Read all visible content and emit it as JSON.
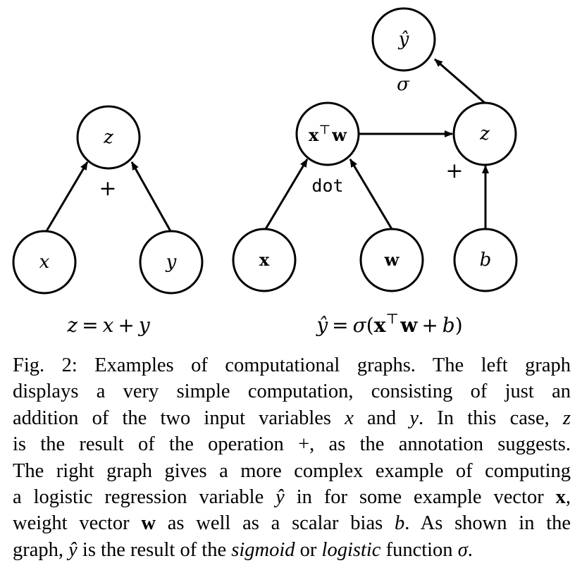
{
  "left_graph": {
    "nodes": {
      "z": "z",
      "x": "x",
      "y": "y"
    },
    "op_annotation": "+",
    "equation": {
      "lhs": "z",
      "eq": "=",
      "a": "x",
      "plus": "+",
      "b": "y"
    }
  },
  "right_graph": {
    "nodes": {
      "xw_x": "x",
      "xw_top": "⊤",
      "xw_w": "w",
      "z": "z",
      "yhat": "ŷ",
      "x": "x",
      "w": "w",
      "b": "b"
    },
    "op_annotations": {
      "dot": "dot",
      "plus": "+",
      "sigma": "σ"
    },
    "equation": {
      "lhs": "ŷ",
      "eq": "=",
      "sigma": "σ",
      "open": "(",
      "x": "x",
      "top": "⊤",
      "w": "w",
      "plus": "+",
      "b": "b",
      "close": ")"
    }
  },
  "caption": {
    "l1a": "Fig. 2: Examples of computational graphs. The left graph",
    "l2a": "displays a very simple computation, consisting of just an",
    "l3a": "addition of the two input variables",
    "l3x": "x",
    "l3b": "and",
    "l3y": "y",
    "l3c": ". In this case,",
    "l3z": "z",
    "l4a": "is the result of the operation +, as the annotation suggests.",
    "l5a": "The right graph gives a more complex example of computing",
    "l6a": "a logistic regression variable",
    "l6yhat": "ŷ",
    "l6b": "in for some example vector",
    "l6x": "x",
    "l6c": ",",
    "l7a": "weight vector",
    "l7w": "w",
    "l7b": "as well as a scalar bias",
    "l7bb": "b",
    "l7c": ". As shown in the",
    "l8a": "graph,",
    "l8yhat": "ŷ",
    "l8b": "is the result of the",
    "l8sig": "sigmoid",
    "l8c": "or",
    "l8log": "logistic",
    "l8d": "function",
    "l8sigma": "σ",
    "l8e": "."
  }
}
